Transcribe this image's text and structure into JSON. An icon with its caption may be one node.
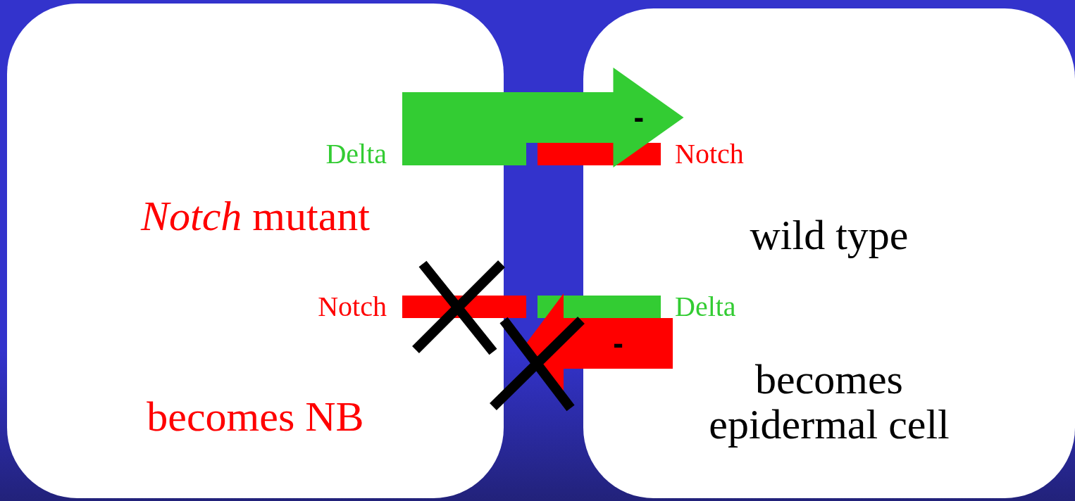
{
  "diagram": {
    "nodes": [
      {
        "text": [
          "*Notch* mutant",
          "becomes NB"
        ]
      },
      {
        "text": [
          "wild type",
          "becomes epidermal cell"
        ]
      },
      {
        "text": [],
        "shape": "bar",
        "beside": [
          "Delta"
        ]
      },
      {
        "text": [],
        "shape": "bar",
        "beside": [
          "Notch"
        ]
      },
      {
        "text": [],
        "shape": "bar",
        "beside": [
          "Notch"
        ]
      },
      {
        "text": [],
        "shape": "bar",
        "beside": [
          "Delta"
        ]
      }
    ],
    "edges": [
      {
        "from": 2,
        "to": 3,
        "arrow": "to",
        "label": "-",
        "color": "#33cc33"
      },
      {
        "from": 5,
        "to": 4,
        "arrow": "to",
        "label": "-",
        "color": "#ff0000"
      }
    ]
  }
}
